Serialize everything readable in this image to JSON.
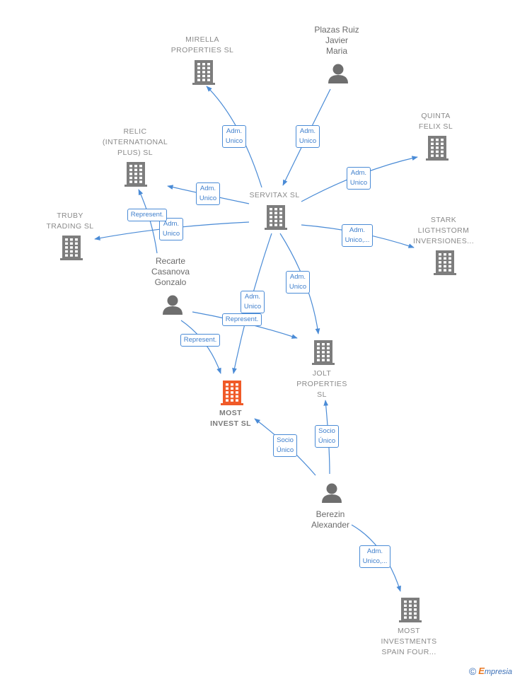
{
  "colors": {
    "edge": "#4a8bd6",
    "company_icon": "#7d7d7d",
    "focus_icon": "#f05a28",
    "person_icon": "#6e6e6e"
  },
  "nodes": [
    {
      "id": "mirella",
      "type": "company",
      "label": "MIRELLA\nPROPERTIES SL"
    },
    {
      "id": "plazas",
      "type": "person",
      "label": "Plazas Ruiz\nJavier\nMaria"
    },
    {
      "id": "quinta",
      "type": "company",
      "label": "QUINTA\nFELIX  SL"
    },
    {
      "id": "relic",
      "type": "company",
      "label": "RELIC\n(INTERNATIONAL\nPLUS)  SL"
    },
    {
      "id": "servitax",
      "type": "company",
      "label": "SERVITAX SL"
    },
    {
      "id": "truby",
      "type": "company",
      "label": "TRUBY\nTRADING SL"
    },
    {
      "id": "stark",
      "type": "company",
      "label": "STARK\nLIGTHSTORM\nINVERSIONES..."
    },
    {
      "id": "recarte",
      "type": "person",
      "label": "Recarte\nCasanova\nGonzalo"
    },
    {
      "id": "jolt",
      "type": "company",
      "label": "JOLT\nPROPERTIES\nSL"
    },
    {
      "id": "most",
      "type": "focus",
      "label": "MOST\nINVEST  SL"
    },
    {
      "id": "berezin",
      "type": "person",
      "label": "Berezin\nAlexander"
    },
    {
      "id": "mostspain",
      "type": "company",
      "label": "MOST\nINVESTMENTS\nSPAIN FOUR..."
    }
  ],
  "edges": [
    {
      "id": "e1",
      "from": "servitax",
      "to": "mirella",
      "label": "Adm.\nUnico"
    },
    {
      "id": "e2",
      "from": "plazas",
      "to": "servitax",
      "label": "Adm.\nUnico"
    },
    {
      "id": "e3",
      "from": "servitax",
      "to": "quinta",
      "label": "Adm.\nUnico"
    },
    {
      "id": "e4",
      "from": "servitax",
      "to": "relic",
      "label": "Adm.\nUnico"
    },
    {
      "id": "e5",
      "from": "servitax",
      "to": "truby",
      "label": "Adm.\nUnico"
    },
    {
      "id": "e6",
      "from": "servitax",
      "to": "stark",
      "label": "Adm.\nUnico,..."
    },
    {
      "id": "e7",
      "from": "servitax",
      "to": "jolt",
      "label": "Adm.\nUnico"
    },
    {
      "id": "e8",
      "from": "servitax",
      "to": "most",
      "label": "Adm.\nUnico"
    },
    {
      "id": "e9",
      "from": "recarte",
      "to": "relic",
      "label": "Represent."
    },
    {
      "id": "e10",
      "from": "recarte",
      "to": "jolt",
      "label": "Represent."
    },
    {
      "id": "e11",
      "from": "recarte",
      "to": "most",
      "label": "Represent."
    },
    {
      "id": "e12",
      "from": "berezin",
      "to": "most",
      "label": "Socio\nÚnico"
    },
    {
      "id": "e13",
      "from": "berezin",
      "to": "jolt",
      "label": "Socio\nÚnico"
    },
    {
      "id": "e14",
      "from": "berezin",
      "to": "mostspain",
      "label": "Adm.\nUnico,..."
    }
  ],
  "footer": {
    "copyright": "©",
    "brand_first": "E",
    "brand_rest": "mpresia"
  }
}
